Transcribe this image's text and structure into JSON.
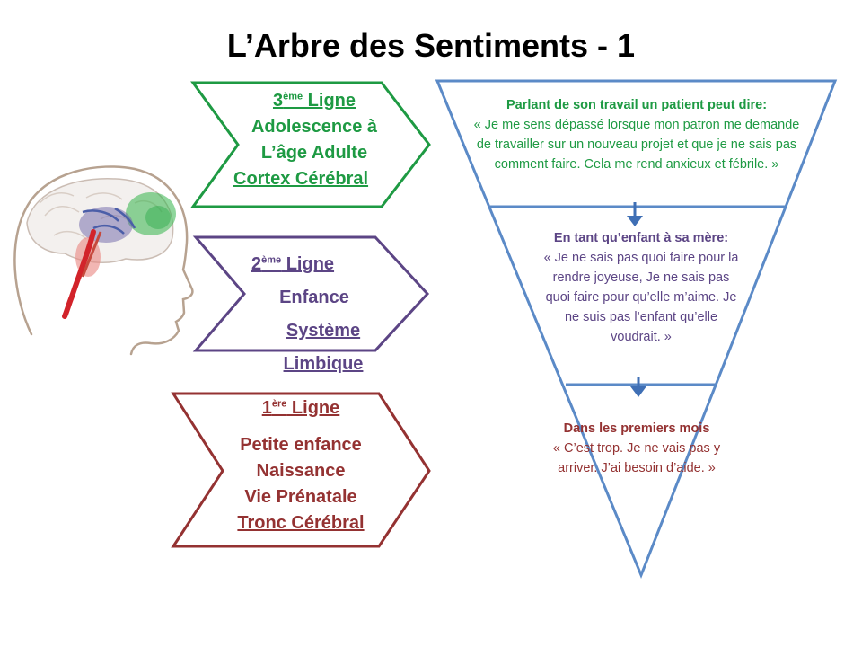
{
  "title": "L’Arbre des Sentiments - 1",
  "colors": {
    "green": "#1e9a43",
    "purple": "#5c4585",
    "red": "#943232",
    "blue": "#5b8ac7"
  },
  "icons": {
    "head": "brain-head-icon"
  },
  "lines": {
    "third": {
      "num": "3",
      "sup": "ème",
      "word": " Ligne",
      "l1": "Adolescence à",
      "l2": "L’âge Adulte",
      "l3": "Cortex Cérébral"
    },
    "second": {
      "num": "2",
      "sup": "ème",
      "word": " Ligne",
      "l1": "Enfance",
      "l2": "Système Limbique"
    },
    "first": {
      "num": "1",
      "sup": "ère",
      "word": " Ligne",
      "l1": "Petite enfance",
      "l2": "Naissance",
      "l3": "Vie Prénatale",
      "l4": "Tronc Cérébral"
    }
  },
  "triangle": {
    "top": {
      "lead": "Parlant de son travail un patient peut dire:",
      "quote": "« Je me sens dépassé lorsque mon patron me demande de travailler sur un nouveau projet et que je ne sais pas comment faire. Cela me rend anxieux et fébrile. »"
    },
    "middle": {
      "lead": "En tant qu’enfant à sa mère:",
      "quote": "« Je ne sais pas quoi faire pour la rendre joyeuse, Je ne sais pas quoi faire pour qu’elle m’aime. Je ne suis pas l’enfant qu’elle voudrait. »"
    },
    "bottom": {
      "lead": "Dans les premiers mois",
      "quote": "« C’est trop. Je ne vais pas y arriver. J’ai besoin d’aide. »"
    }
  }
}
